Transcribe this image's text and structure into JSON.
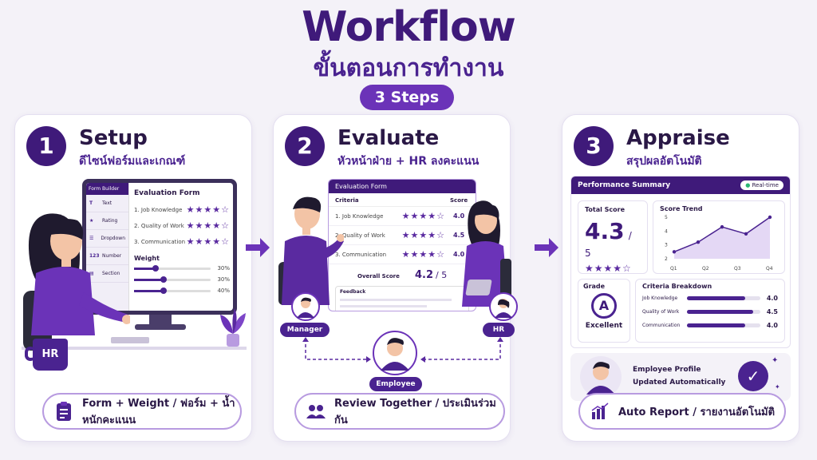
{
  "header": {
    "title": "Workflow",
    "subtitle": "ขั้นตอนการทำงาน",
    "steps_pill": "3 Steps"
  },
  "step1": {
    "number": "1",
    "title": "Setup",
    "subtitle": "ดีไซน์ฟอร์มและเกณฑ์",
    "builder_title": "Form Builder",
    "builder_items": [
      "Text",
      "Rating",
      "Dropdown",
      "Number",
      "Section"
    ],
    "builder_icons": [
      "T",
      "★",
      "☰",
      "123",
      "▤"
    ],
    "form_title": "Evaluation Form",
    "criteria": [
      "1. Job Knowledge",
      "2. Quality of Work",
      "3. Communication"
    ],
    "weight_title": "Weight",
    "weights": [
      "30%",
      "30%",
      "40%"
    ],
    "mug_label": "HR",
    "bottom_label": "Form + Weight / ฟอร์ม + น้ำหนักคะแนน"
  },
  "step2": {
    "number": "2",
    "title": "Evaluate",
    "subtitle": "หัวหน้าฝ่าย + HR ลงคะแนน",
    "form_title": "Evaluation Form",
    "col_criteria": "Criteria",
    "col_score": "Score",
    "rows": [
      {
        "label": "1. Job Knowledge",
        "score": "4.0"
      },
      {
        "label": "2. Quality of Work",
        "score": "4.5"
      },
      {
        "label": "3. Communication",
        "score": "4.0"
      }
    ],
    "overall_label": "Overall Score",
    "overall_value": "4.2",
    "overall_max": "/ 5",
    "feedback_label": "Feedback",
    "manager_label": "Manager",
    "hr_label": "HR",
    "employee_label": "Employee",
    "bottom_label": "Review Together / ประเมินร่วมกัน"
  },
  "step3": {
    "number": "3",
    "title": "Appraise",
    "subtitle": "สรุปผลอัตโนมัติ",
    "summary_title": "Performance Summary",
    "realtime": "Real-time",
    "total_label": "Total Score",
    "total_value": "4.3",
    "total_max": "/ 5",
    "trend_label": "Score Trend",
    "grade_label": "Grade",
    "grade_value": "A",
    "grade_text": "Excellent",
    "breakdown_title": "Criteria Breakdown",
    "breakdown": [
      {
        "label": "Job Knowledge",
        "value": "4.0",
        "pct": 0.8
      },
      {
        "label": "Quality of Work",
        "value": "4.5",
        "pct": 0.9
      },
      {
        "label": "Communication",
        "value": "4.0",
        "pct": 0.8
      }
    ],
    "profile_line1": "Employee Profile",
    "profile_line2": "Updated Automatically",
    "bottom_label": "Auto Report /  รายงานอัตโนมัติ"
  },
  "chart_data": {
    "type": "line",
    "title": "Score Trend",
    "categories": [
      "Q1",
      "Q2",
      "Q3",
      "Q4"
    ],
    "y_ticks": [
      "2",
      "3",
      "4",
      "5"
    ],
    "series": [
      {
        "values": [
          2.5,
          3.2,
          4.3,
          3.8,
          5.0
        ]
      }
    ],
    "x": [
      0,
      1,
      2,
      3,
      4
    ],
    "ylim": [
      2,
      5
    ]
  },
  "colors": {
    "primary": "#3f1a7a",
    "accent": "#6b33b8",
    "light": "#b89be0"
  }
}
